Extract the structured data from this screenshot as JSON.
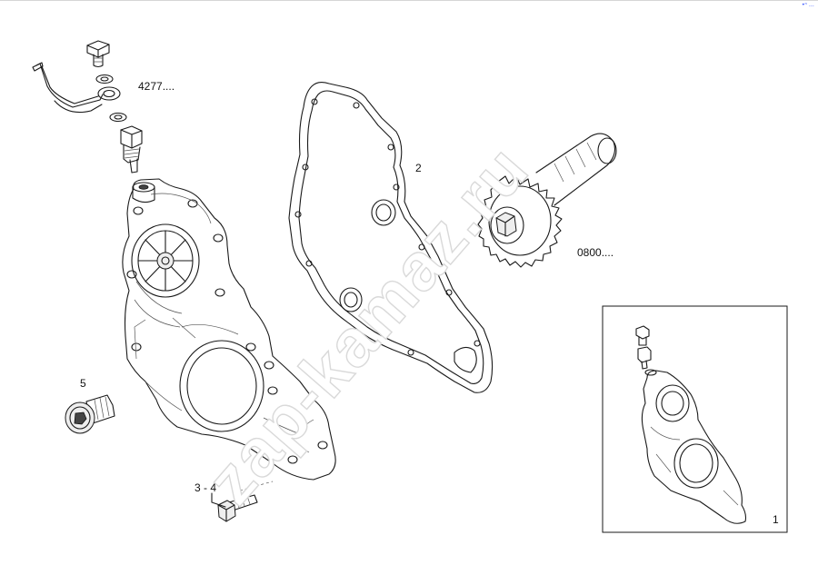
{
  "watermark": "zap-kamaz.ru",
  "corner_mark": "•ⁿ …",
  "callouts": {
    "pipe": "4277....",
    "gasket": "2",
    "gear": "0800....",
    "screw": "5",
    "bolt": "3 - 4",
    "assembly": "1"
  }
}
